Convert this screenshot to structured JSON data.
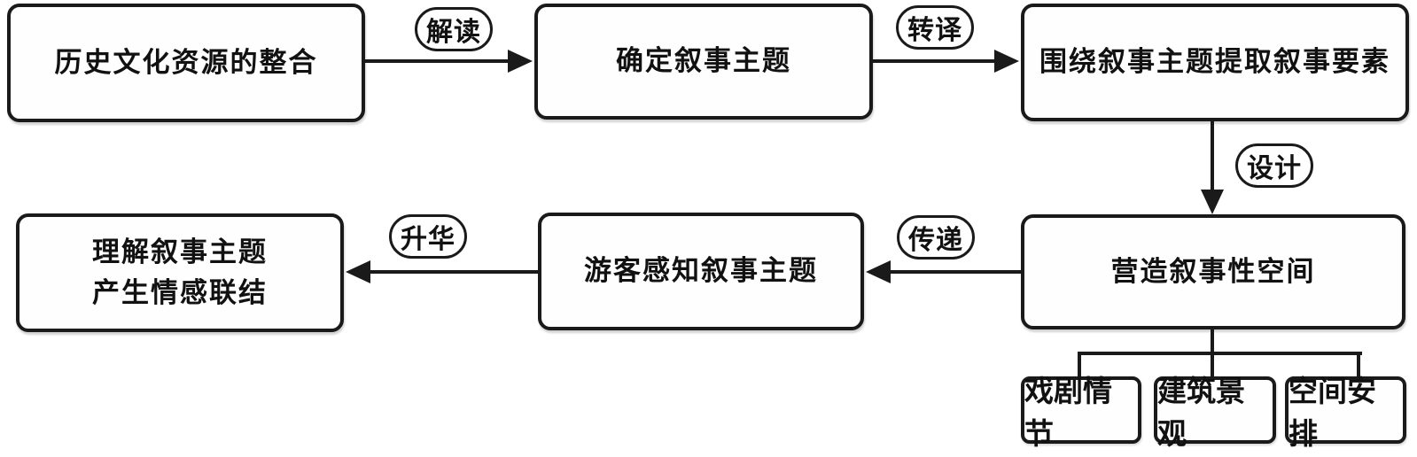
{
  "diagram": {
    "nodes": {
      "integration": "历史文化资源的整合",
      "theme": "确定叙事主题",
      "elements": "围绕叙事主题提取叙事要素",
      "space": "营造叙事性空间",
      "perceive": "游客感知叙事主题",
      "understand_line1": "理解叙事主题",
      "understand_line2": "产生情感联结",
      "sub_plot": "戏剧情节",
      "sub_architecture": "建筑景观",
      "sub_spatial": "空间安排"
    },
    "edge_labels": {
      "interpret": "解读",
      "translate": "转译",
      "design": "设计",
      "transmit": "传递",
      "sublimate": "升华"
    },
    "colors": {
      "stroke": "#1a1a1a",
      "background": "#ffffff"
    }
  }
}
